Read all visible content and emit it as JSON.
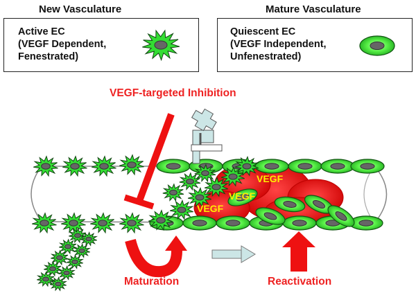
{
  "headers": {
    "new": "New Vasculature",
    "mature": "Mature Vasculature"
  },
  "legend": {
    "active": {
      "lines": [
        "Active EC",
        "(VEGF Dependent,",
        "Fenestrated)"
      ]
    },
    "quiescent": {
      "lines": [
        "Quiescent EC",
        "(VEGF Independent,",
        "Unfenestrated)"
      ]
    }
  },
  "labels": {
    "inhibition": "VEGF-targeted Inhibition",
    "maturation": "Maturation",
    "reactivation": "Reactivation",
    "vegf": "VEGF"
  },
  "colors": {
    "cell_green": "#33dd33",
    "cell_outline": "#114411",
    "nucleus": "#666666",
    "red": "#ee1111",
    "pale_blue": "#cce6e6",
    "label_red": "#ee2222",
    "vegf_yellow": "#ffee00"
  }
}
